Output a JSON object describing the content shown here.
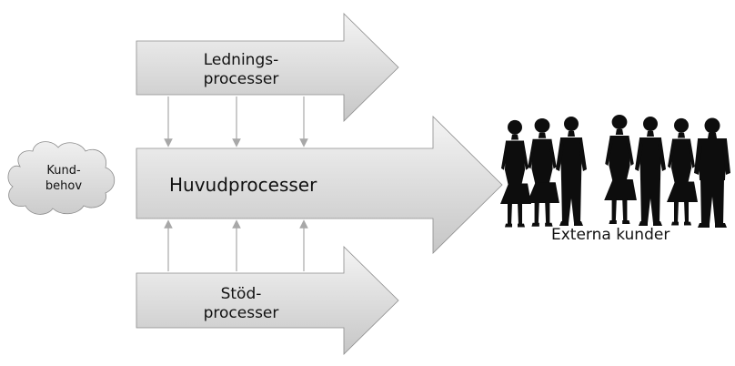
{
  "management": {
    "line1": "Lednings-",
    "line2": "processer"
  },
  "core": {
    "label": "Huvudprocesser"
  },
  "support": {
    "line1": "Stöd-",
    "line2": "processer"
  },
  "customer_need": {
    "line1": "Kund-",
    "line2": "behov"
  },
  "customers": {
    "label": "Externa kunder"
  },
  "colors": {
    "arrow_fill_light": "#f2f2f2",
    "arrow_fill_dark": "#c4c4c4",
    "arrow_stroke": "#8c8c8c",
    "connector": "#a8a8a8",
    "silhouette": "#0d0d0d"
  }
}
